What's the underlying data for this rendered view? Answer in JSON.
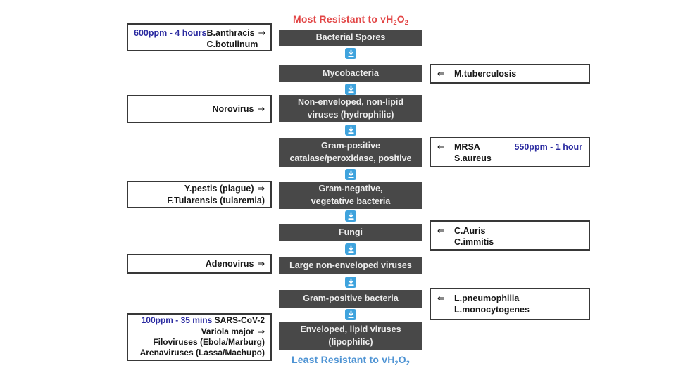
{
  "colors": {
    "step_box_bg": "#484848",
    "step_box_text": "#ededed",
    "down_arrow_blue": "#3fa3dd",
    "title_red": "#e24545",
    "ppm_blue": "#2a2aa0",
    "footer_blue": "#4f94d4",
    "note_border": "#383838"
  },
  "icons": {
    "down_arrow": "⤓",
    "right_double_arrow": "⇒",
    "left_double_arrow": "⇐"
  },
  "header": {
    "pre": "Most Resistant to vH",
    "sub_a": "2",
    "mid": "O",
    "sub_b": "2"
  },
  "footer": {
    "pre": "Least Resistant to vH",
    "sub_a": "2",
    "mid": "O",
    "sub_b": "2"
  },
  "ladder": [
    {
      "line1": "Bacterial Spores"
    },
    {
      "line1": "Mycobacteria"
    },
    {
      "line1": "Non-enveloped, non-lipid",
      "line2": "viruses (hydrophilic)"
    },
    {
      "line1": "Gram-positive",
      "line2": "catalase/peroxidase, positive"
    },
    {
      "line1": "Gram-negative,",
      "line2": "vegetative bacteria"
    },
    {
      "line1": "Fungi"
    },
    {
      "line1": "Large non-enveloped viruses"
    },
    {
      "line1": "Gram-positive bacteria"
    },
    {
      "line1": "Enveloped, lipid viruses",
      "line2": "(lipophilic)"
    }
  ],
  "left_notes": [
    {
      "ppm": "600ppm - 4 hours",
      "line1": "B.anthracis",
      "arrow": "⇒",
      "line2": "C.botulinum"
    },
    {
      "line1": "Norovirus",
      "arrow": "⇒"
    },
    {
      "line1": "Y.pestis (plague)",
      "arrow": "⇒",
      "line2": "F.Tularensis (tularemia)"
    },
    {
      "line1": "Adenovirus",
      "arrow": "⇒"
    },
    {
      "ppm": "100ppm - 35 mins",
      "line1": "SARS-CoV-2",
      "line2": "Variola major",
      "arrow": "⇒",
      "line3": "Filoviruses (Ebola/Marburg)",
      "line4": "Arenaviruses (Lassa/Machupo)"
    }
  ],
  "right_notes": [
    {
      "arrow": "⇐",
      "line1": "M.tuberculosis"
    },
    {
      "arrow": "⇐",
      "line1": "MRSA",
      "line2": "S.aureus",
      "ppm": "550ppm - 1 hour"
    },
    {
      "arrow": "⇐",
      "line1": "C.Auris",
      "line2": "C.immitis"
    },
    {
      "arrow": "⇐",
      "line1": "L.pneumophilia",
      "line2": "L.monocytogenes"
    }
  ]
}
